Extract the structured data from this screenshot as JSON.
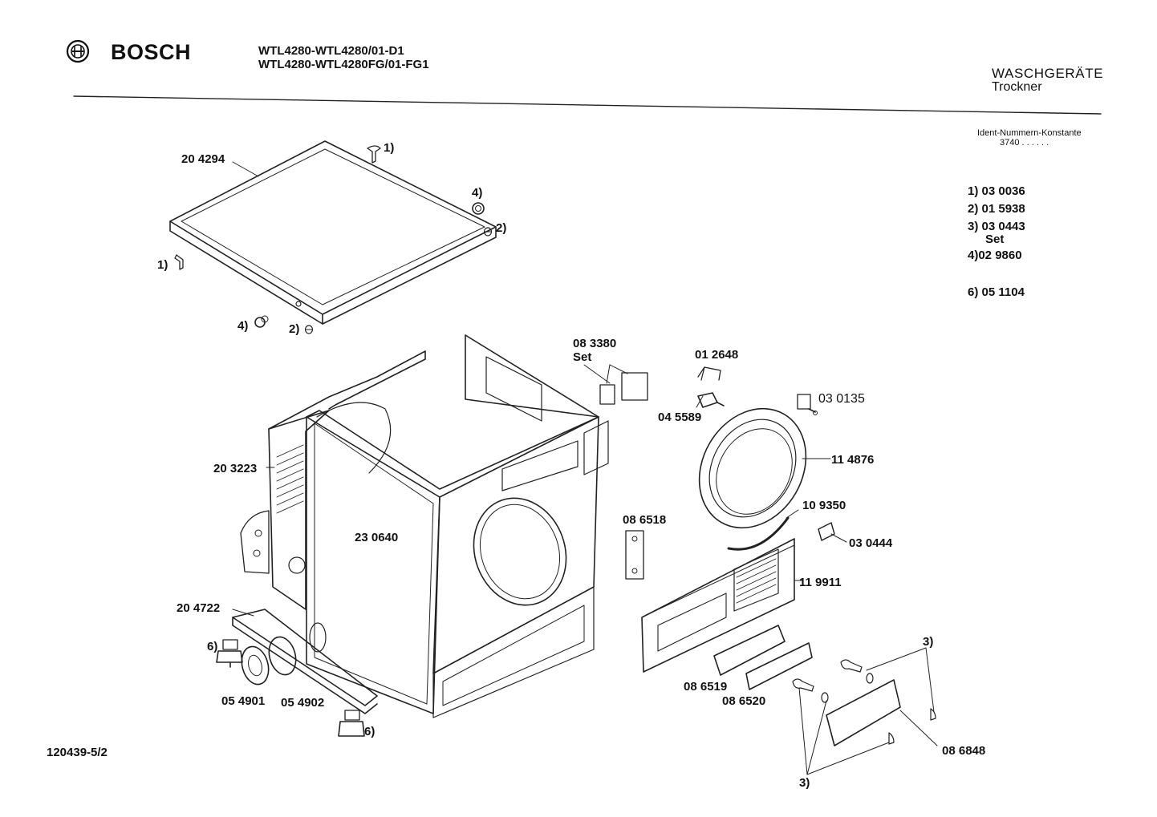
{
  "header": {
    "brand": "BOSCH",
    "model_line_1": "WTL4280-WTL4280/01-D1",
    "model_line_2": "WTL4280-WTL4280FG/01-FG1",
    "category": "WASCHGERÄTE",
    "subcategory": "Trockner",
    "ident_label": "Ident-Nummern-Konstante",
    "ident_value": "3740  . .   . . . ."
  },
  "legend": [
    {
      "key": "1)",
      "number": "03 0036"
    },
    {
      "key": "2)",
      "number": "01 5938"
    },
    {
      "key": "3)",
      "number": "03 0443"
    },
    {
      "key": "",
      "number": "Set"
    },
    {
      "key": "4)",
      "number": "02 9860"
    },
    {
      "key": "6)",
      "number": "05 1104"
    }
  ],
  "parts": {
    "lid": "20 4294",
    "rear_panel": "20 3223",
    "cabinet": "23 0640",
    "base": "20 4722",
    "grommet_a": "05 4901",
    "grommet_b": "05 4902",
    "connector_set": "08 3380",
    "connector_set_suffix": "Set",
    "clip": "01 2648",
    "switch": "04 5589",
    "lamp": "03 0135",
    "door_ring": "11 4876",
    "seal": "10 9350",
    "filter": "03 0444",
    "hinge": "08 6518",
    "front_panel": "11 9911",
    "handle_a": "08 6519",
    "handle_b": "08 6520",
    "kick_plate": "08 6848"
  },
  "callouts": {
    "c1": "1)",
    "c2": "2)",
    "c3": "3)",
    "c4": "4)",
    "c6": "6)"
  },
  "footer": {
    "drawing_number": "120439-5/2"
  }
}
